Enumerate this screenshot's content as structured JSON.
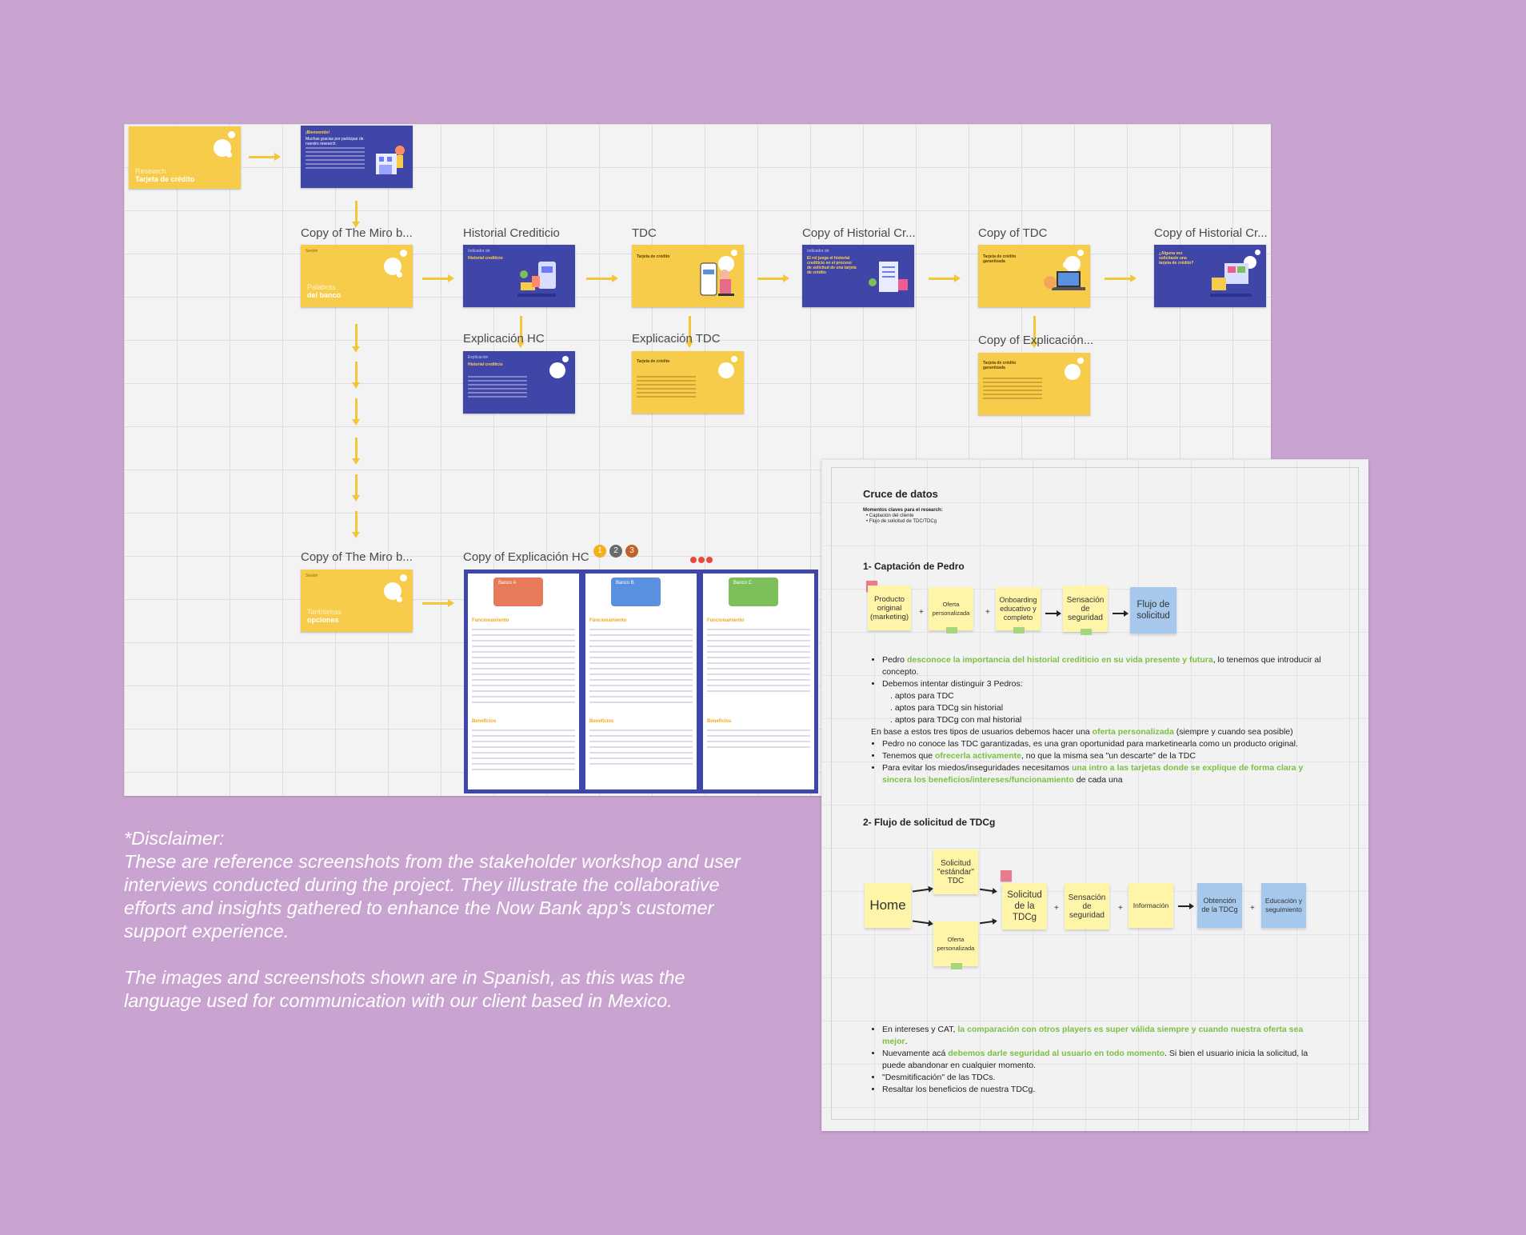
{
  "board": {
    "frames": {
      "research": {
        "light": "Research",
        "bold": "Tarjeta de crédito"
      },
      "intro": {
        "title": "¡Bienvenido!",
        "sub": "Muchas gracias por participar de nuestro research"
      },
      "copy_miro_1": {
        "label": "Copy of The Miro b...",
        "light": "Palabras",
        "bold": "del banco",
        "tag": "Sesión"
      },
      "historial": {
        "label": "Historial Crediticio",
        "title": "Historial crediticio",
        "tag": "Indicador de"
      },
      "tdc": {
        "label": "TDC",
        "title": "Tarjeta de crédito"
      },
      "copy_historial_1": {
        "label": "Copy of Historial Cr...",
        "title": "El rol juega el historial crediticio en el proceso de solicitud de una tarjeta de crédito",
        "tag": "Indicador de"
      },
      "copy_tdc": {
        "label": "Copy of TDC",
        "title": "Tarjeta de crédito garantizada"
      },
      "copy_historial_2": {
        "label": "Copy of Historial Cr...",
        "title": "¿Alguna vez solicitaste una tarjeta de crédito?"
      },
      "expl_hc": {
        "label": "Explicación HC",
        "title": "Historial crediticio",
        "tag": "Explicación"
      },
      "expl_tdc": {
        "label": "Explicación TDC",
        "title": "Tarjeta de crédito"
      },
      "copy_expl": {
        "label": "Copy of Explicación...",
        "title": "Tarjeta de crédito garantizada"
      },
      "copy_miro_2": {
        "label": "Copy of The Miro b...",
        "light": "Tantísimas",
        "bold": "opciones",
        "tag": "Sesión"
      },
      "copy_expl_hc": {
        "label": "Copy of Explicación HC"
      }
    },
    "badges": [
      "1",
      "2",
      "3"
    ],
    "banks": [
      {
        "name": "Banco A",
        "color": "#e8795a",
        "sec1": "Funcionamiento",
        "sec2": "Beneficios"
      },
      {
        "name": "Banco B",
        "color": "#5b8fe0",
        "sec1": "Funcionamiento",
        "sec2": "Beneficios"
      },
      {
        "name": "Banco C",
        "color": "#7dc05a",
        "sec1": "Funcionamiento",
        "sec2": "Beneficios"
      }
    ]
  },
  "disclaimer": {
    "p1": "*Disclaimer:\nThese are reference screenshots from the stakeholder workshop and user interviews conducted during the project. They illustrate the collaborative efforts and insights gathered to enhance the Now Bank app's customer support experience.",
    "p2": "The images and screenshots shown are in Spanish, as this was the language used for communication with our client based in Mexico."
  },
  "panel": {
    "title": "Cruce de datos",
    "moments_title": "Momentos claves para el research:",
    "moments": [
      "Captación del cliente",
      "Flujo de solicitud de TDC/TDCg"
    ],
    "section1": "1- Captación de Pedro",
    "flow1": [
      "Producto original (marketing)",
      "Oferta personalizada",
      "Onboarding educativo y completo",
      "Sensación de seguridad",
      "Flujo de solicitud"
    ],
    "notes1": {
      "n1_a": "Pedro ",
      "n1_g": "desconoce la importancia del historial crediticio en su vida presente y futura",
      "n1_b": ", lo tenemos que introducir al concepto.",
      "n2": "Debemos intentar distinguir 3 Pedros:",
      "n2_s1": ". aptos para TDC",
      "n2_s2": ". aptos para TDCg sin historial",
      "n2_s3": ". aptos para TDCg con mal historial",
      "n2_c_a": "En base a estos tres tipos de usuarios debemos hacer una ",
      "n2_c_g": "oferta personalizada",
      "n2_c_b": " (siempre y cuando sea posible)",
      "n3": "Pedro no conoce las TDC garantizadas, es una gran oportunidad para marketinearla como un producto original.",
      "n4_a": "Tenemos que ",
      "n4_g": "ofrecerla activamente",
      "n4_b": ", no que la misma sea \"un descarte\" de la TDC",
      "n5_a": "Para evitar los miedos/inseguridades necesitamos ",
      "n5_g": "una intro a las tarjetas donde se explique de forma clara y sincera los beneficios/intereses/funcionamiento",
      "n5_b": " de cada una"
    },
    "section2": "2- Flujo de solicitud de TDCg",
    "flow2": {
      "home": "Home",
      "solicitud_estandar": "Solicitud \"estándar\" TDC",
      "oferta": "Oferta personalizada",
      "solicitud_tdcg": "Solicitud de la TDCg",
      "seguridad": "Sensación de seguridad",
      "informacion": "Información",
      "obtencion": "Obtención de la TDCg",
      "educacion": "Educación y seguimiento"
    },
    "notes2": {
      "m1_a": "En intereses y CAT, ",
      "m1_g": "la comparación con otros players es super válida siempre y cuando nuestra oferta sea mejor",
      "m1_b": ".",
      "m2_a": "Nuevamente acá ",
      "m2_g": "debemos darle seguridad al usuario en todo momento",
      "m2_b": ". Si bien el usuario inicia la solicitud, la puede abandonar en cualquier momento.",
      "m3": "\"Desmitificación\" de las TDCs.",
      "m4": "Resaltar los beneficios de nuestra TDCg."
    }
  }
}
